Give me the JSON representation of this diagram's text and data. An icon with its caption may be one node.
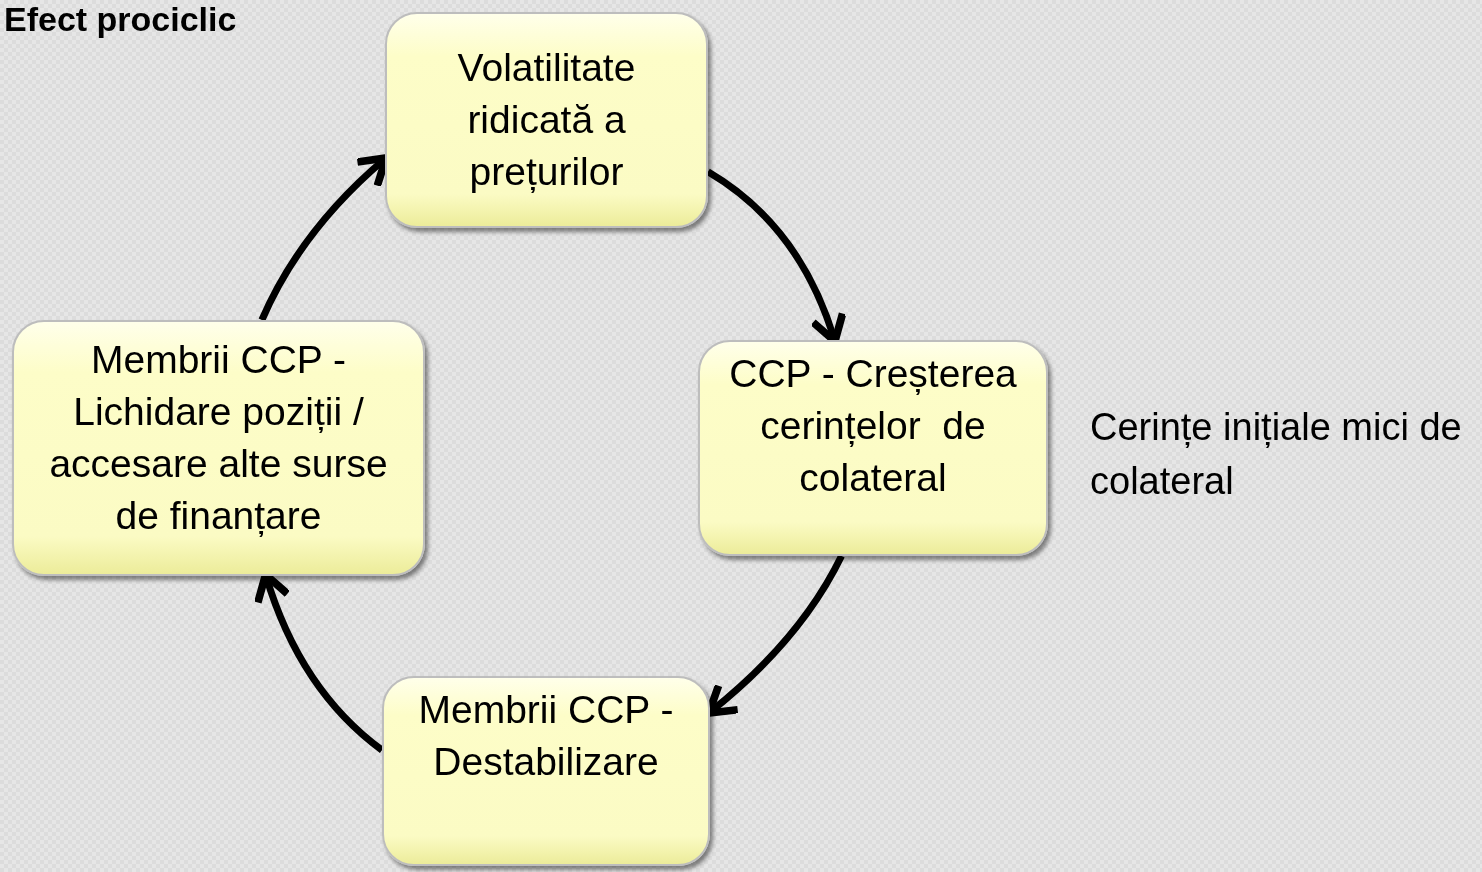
{
  "diagram": {
    "title": "Efect prociclic",
    "nodes": [
      {
        "text": [
          "Volatilitate ridicată a prețurilor"
        ]
      },
      {
        "text": [
          "CCP - Creșterea cerințelor  de colateral"
        ],
        "beside": [
          "Cerințe inițiale mici de colateral"
        ]
      },
      {
        "text": [
          "Membrii CCP - Destabilizare"
        ]
      },
      {
        "text": [
          "Membrii CCP - Lichidare poziții / accesare alte surse de finanțare"
        ]
      }
    ],
    "edges": [
      {
        "from": 0,
        "to": 1,
        "arrow": "to"
      },
      {
        "from": 1,
        "to": 2,
        "arrow": "to"
      },
      {
        "from": 2,
        "to": 3,
        "arrow": "to"
      },
      {
        "from": 3,
        "to": 0,
        "arrow": "to"
      }
    ]
  }
}
